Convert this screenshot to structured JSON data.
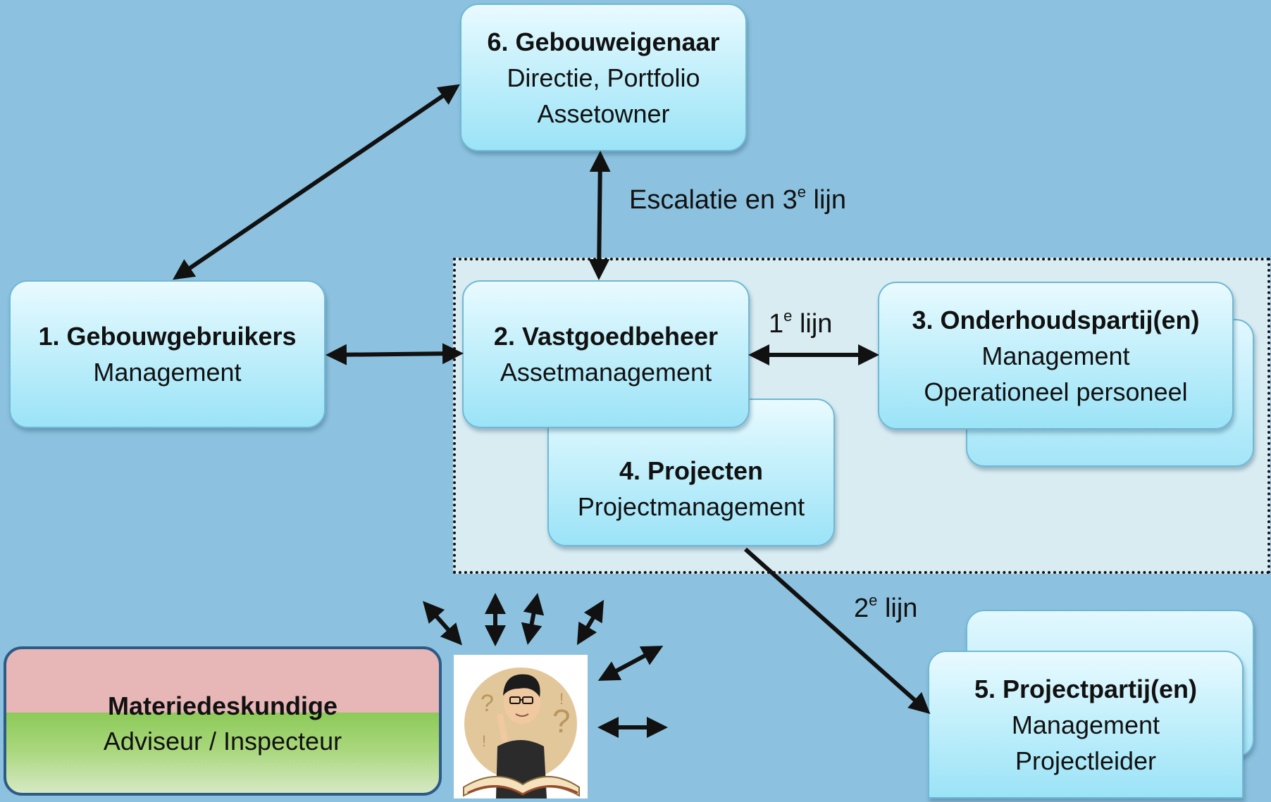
{
  "boxes": {
    "owner": {
      "title": "6. Gebouweigenaar",
      "line1": "Directie, Portfolio",
      "line2": "Assetowner"
    },
    "users": {
      "title": "1. Gebouwgebruikers",
      "line1": "Management"
    },
    "realestate": {
      "title": "2. Vastgoedbeheer",
      "line1": "Assetmanagement"
    },
    "maintenance": {
      "title": "3. Onderhoudspartij(en)",
      "line1": "Management",
      "line2": "Operationeel personeel"
    },
    "projects": {
      "title": "4. Projecten",
      "line1": "Projectmanagement"
    },
    "projectparties": {
      "title": "5. Projectpartij(en)",
      "line1": "Management",
      "line2": "Projectleider"
    }
  },
  "labels": {
    "escalation": {
      "text": "Escalatie en 3",
      "sup": "e",
      "suffix": " lijn"
    },
    "first_line": {
      "text": "1",
      "sup": "e",
      "suffix": " lijn"
    },
    "second_line": {
      "text": "2",
      "sup": "e",
      "suffix": " lijn"
    }
  },
  "expert": {
    "title": "Materiedeskundige",
    "subtitle": "Adviseur / Inspecteur"
  },
  "colors": {
    "background": "#8cc2df",
    "box_border": "#6fb8d4",
    "expert_top": "#e7b6b6",
    "expert_bottom": "#8cca58",
    "arrow": "#111111"
  },
  "icons": {
    "expert_figure": "reading-person-icon"
  }
}
